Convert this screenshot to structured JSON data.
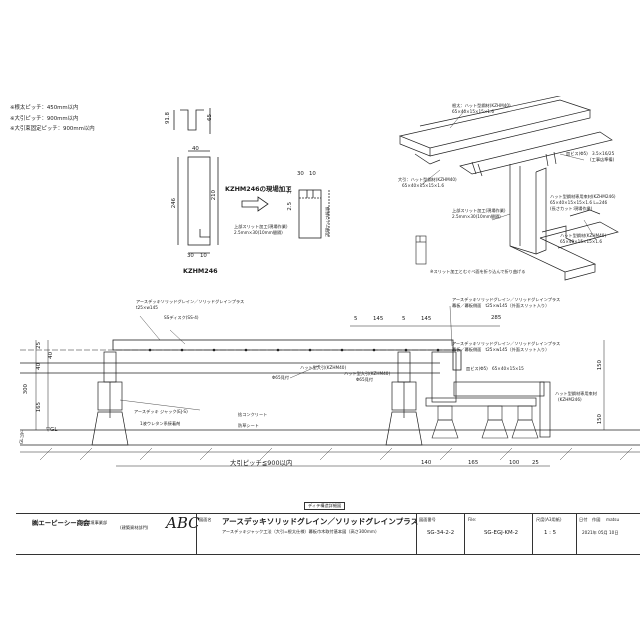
{
  "notes": {
    "joist_pitch": "※根太ピッチ：450mm以内",
    "beam_pitch": "※大引ピッチ：900mm以内",
    "beam_fixing_pitch": "※大引束固定ピッチ：900mm以内"
  },
  "detail_top": {
    "dim_91_8": "91.8",
    "dim_65": "65"
  },
  "detail_kzh": {
    "dim_40": "40",
    "dim_246": "246",
    "dim_210": "210",
    "dim_30": "30",
    "dim_10": "10",
    "part_label": "KZHM246",
    "site_process_title": "KZHM246の現場加工",
    "slit_note_1": "上部スリット加工(現場作業)",
    "slit_note_2": "2.5mm×30(10mm間隔)",
    "dim_36": "36",
    "dim_2_5": "2.5",
    "cut_note": "現場カット箇所",
    "dim_30b": "30",
    "dim_10b": "10"
  },
  "iso": {
    "joist_label_1": "根太：ハット型鋼材(KZHM40)",
    "joist_label_2": "65×40×15×15×1.6",
    "beam_label_1": "大引：ハット型鋼材(KZHM40)",
    "beam_label_2": "65×40×15×15×1.6",
    "screw_label_1": "皿ビス(Φ5)",
    "screw_label_2": "3.5×16/25",
    "screw_label_3": "(工事店準備)",
    "post_label_1": "ハット型鋼材専用束材(KZHM246)",
    "post_label_2": "65×40×15×15×1.6 L=246",
    "post_label_3": "(長さカット:現場作業)",
    "slit_label_1": "上部スリット加工(現場作業)",
    "slit_label_2": "2.5mm×30(10mm間隔)",
    "bend_note": "※スリット加工とむぐベ面を折り込んで折り曲げる",
    "corner_label_1": "ハット型鋼材(KZHM40)",
    "corner_label_2": "65×40×15×15×1.6"
  },
  "section": {
    "deck_label_1": "アースデッキソリッドグレイン／ソリッドグレインプラス",
    "deck_label_2": "t25×w145",
    "disc_label": "SSディスク(SS-4)",
    "deck_label_r1": "アースデッキソリッドグレイン／ソリッドグレインプラス",
    "deck_label_r2": "幕板／幕板側面　t25×w145（外面スリット入り）",
    "dim_285": "285",
    "dim_5a": "5",
    "dim_145": "145",
    "dim_5b": "5",
    "dim_145b": "145",
    "dim_25": "25",
    "dim_40": "40",
    "dim_40b": "40",
    "dim_300": "300",
    "dim_165": "165",
    "dim_150": "150",
    "dim_150b": "150",
    "hat_label_1": "ハット型大引(KZHM40)",
    "hat_label_2": "Φ65見付",
    "hat_label_3": "ハット型大引(KZHM40)",
    "hat_label_4": "Φ65見付",
    "deck_jack": "アースデッキ ジャック(EJ-S)",
    "urethane": "1液ウレタン系接着剤",
    "concrete": "捨コンクリート",
    "grass": "防草シート",
    "gl": "▽GL",
    "gl_label": "GL以下",
    "deck_label_r3": "アースデッキソリッドグレイン／ソリッドグレインプラス",
    "deck_label_r4": "幕板／幕板側面　t25×w145（外面スリット入り）",
    "screw_small": "皿ビス(Φ5)　65×40×15×15",
    "hat_post": "ハット型鋼材専用束材",
    "hat_post_2": "(KZHM246)",
    "pitch_label": "大引ピッチ≦900以内",
    "dim_140": "140",
    "dim_165b": "165",
    "dim_100": "100",
    "dim_25b": "25",
    "scale_note": "ディテ構造詳細図"
  },
  "title_block": {
    "company": "㈱エーピーシー商会",
    "dept": "住環境事業部",
    "logo_sub": "(建築資材部門)",
    "logo": "ABC",
    "drawing_name_label": "図面名",
    "drawing_name": "アースデッキソリッドグレイン／ソリッドグレインプラス",
    "drawing_sub": "アースデッキジャック工法（大引=根太仕様）幕板巾木取付基本図（高さ300mm）",
    "drawing_no_label": "図面番号",
    "drawing_no": "SG-34-2-2",
    "file_label": "File:",
    "file": "SG-EGJ-KM-2",
    "scale_label": "尺度(A3用紙)",
    "scale": "1 : 5",
    "date_label": "日付",
    "date": "2021年 05月 10日",
    "drawn_label": "作図",
    "drawn": "matsu"
  }
}
